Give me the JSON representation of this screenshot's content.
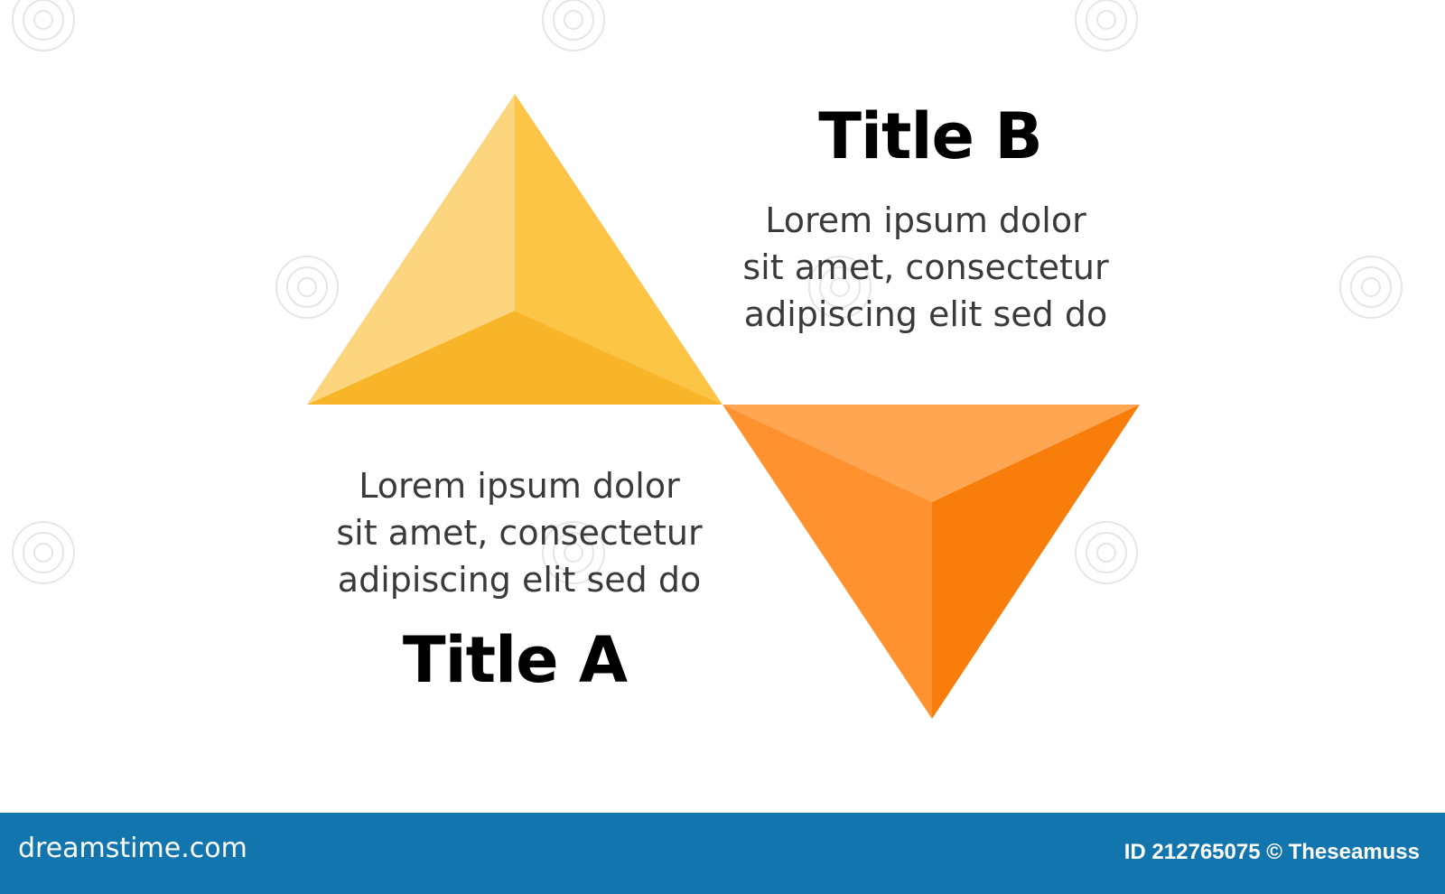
{
  "diagram": {
    "colors": {
      "yellow_light": "#FDD57E",
      "yellow_mid": "#FCC546",
      "yellow_dark": "#F9B52A",
      "orange_light": "#FFA653",
      "orange_mid": "#FF922E",
      "orange_dark": "#F97D0B"
    },
    "section_b": {
      "title": "Title B",
      "lines": [
        "Lorem ipsum dolor",
        "sit amet, consectetur",
        "adipiscing elit sed do"
      ]
    },
    "section_a": {
      "title": "Title A",
      "lines": [
        "Lorem ipsum dolor",
        "sit amet, consectetur",
        "adipiscing elit sed do"
      ]
    }
  },
  "footer": {
    "logo": "dreamstime.com",
    "credit": "ID 212765075 © Theseamuss",
    "background": "#1275AD"
  }
}
